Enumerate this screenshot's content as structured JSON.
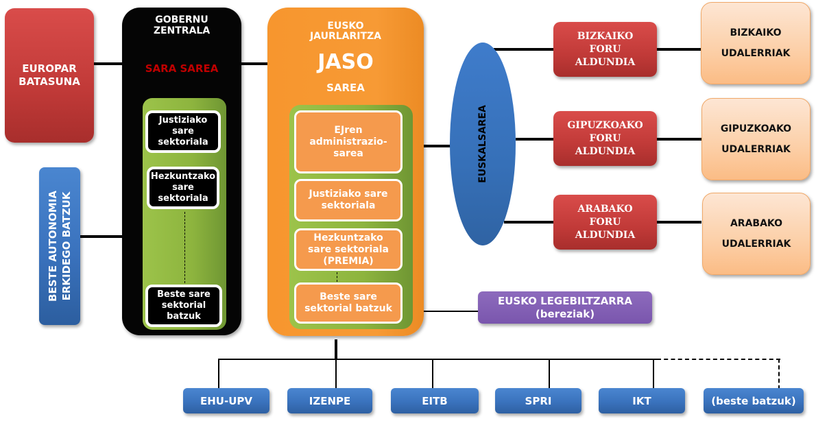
{
  "europar_batasuna": {
    "label_line1": "EUROPAR",
    "label_line2": "BATASUNA"
  },
  "beste_autonomia": {
    "label_line1": "BESTE AUTONOMIA",
    "label_line2": "ERKIDEGO BATZUK"
  },
  "gobernu_zentrala": {
    "title_line1": "GOBERNU",
    "title_line2": "ZENTRALA",
    "network": "SARA SAREA",
    "network_color": "#c00000",
    "sectors": [
      {
        "line1": "Justiziako",
        "line2": "sare",
        "line3": "sektoriala"
      },
      {
        "line1": "Hezkuntzako",
        "line2": "sare",
        "line3": "sektoriala"
      },
      {
        "line1": "Beste sare",
        "line2": "sektorial",
        "line3": "batzuk"
      }
    ]
  },
  "eusko_jaurlaritza": {
    "title_line1": "EUSKO",
    "title_line2": "JAURLARITZA",
    "network_name": "JASO",
    "network_suffix": "SAREA",
    "sectors": [
      {
        "line1": "EJren",
        "line2": "administrazio-",
        "line3": "sarea"
      },
      {
        "line1": "Justiziako sare",
        "line2": "sektoriala"
      },
      {
        "line1": "Hezkuntzako",
        "line2": "sare sektoriala",
        "line3": "(PREMIA)"
      },
      {
        "line1": "Beste sare",
        "line2": "sektorial batzuk"
      }
    ]
  },
  "euskalsarea": {
    "label": "EUSKALSAREA"
  },
  "foru_aldundiak": [
    {
      "line1": "BIZKAIKO",
      "line2": "FORU",
      "line3": "ALDUNDIA"
    },
    {
      "line1": "GIPUZKOAKO",
      "line2": "FORU",
      "line3": "ALDUNDIA"
    },
    {
      "line1": "ARABAKO",
      "line2": "FORU",
      "line3": "ALDUNDIA"
    }
  ],
  "udalerriak": [
    {
      "line1": "BIZKAIKO",
      "line2": "UDALERRIAK"
    },
    {
      "line1": "GIPUZKOAKO",
      "line2": "UDALERRIAK"
    },
    {
      "line1": "ARABAKO",
      "line2": "UDALERRIAK"
    }
  ],
  "legebiltzarra": {
    "line1": "EUSKO LEGEBILTZARRA",
    "line2": "(bereziak)"
  },
  "entities": [
    "EHU-UPV",
    "IZENPE",
    "EITB",
    "SPRI",
    "IKT",
    "(beste batzuk)"
  ]
}
